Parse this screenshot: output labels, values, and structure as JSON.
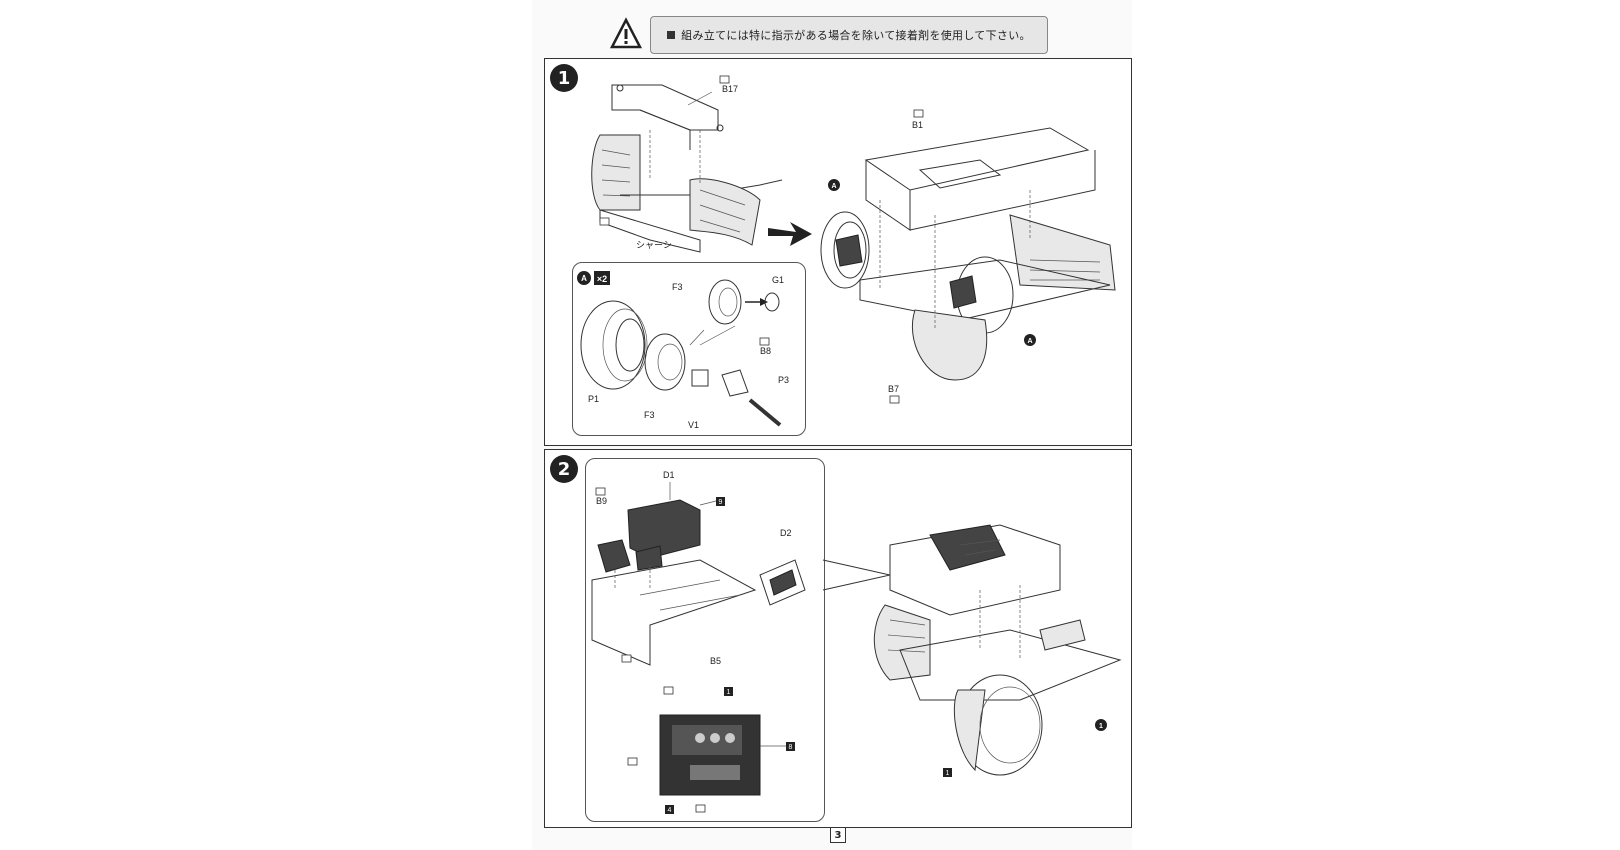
{
  "header": {
    "warning_text": "組み立てには特に指示がある場合を除いて接着剤を使用して下さい。"
  },
  "step1": {
    "number": "1",
    "labels": {
      "b17_code": "B17",
      "b1_code": "B1",
      "chassis": "シャーシ",
      "b7_code": "B7",
      "a_marker": "A",
      "multiplier": "×2",
      "f3_top": "F3",
      "g1": "G1",
      "b8": "B8",
      "p3": "P3",
      "p1": "P1",
      "f3": "F3",
      "v1": "V1"
    }
  },
  "step2": {
    "number": "2",
    "labels": {
      "d1": "D1",
      "b9": "B9",
      "d2": "D2",
      "b5": "B5",
      "callout_9": "9",
      "callout_8": "8",
      "callout_1": "1",
      "callout_4": "4",
      "step_ref": "1"
    }
  },
  "footer": {
    "page_number": "3"
  },
  "colors": {
    "ink": "#222222",
    "panel_border": "#333333",
    "warning_bg": "#e6e6e6"
  }
}
